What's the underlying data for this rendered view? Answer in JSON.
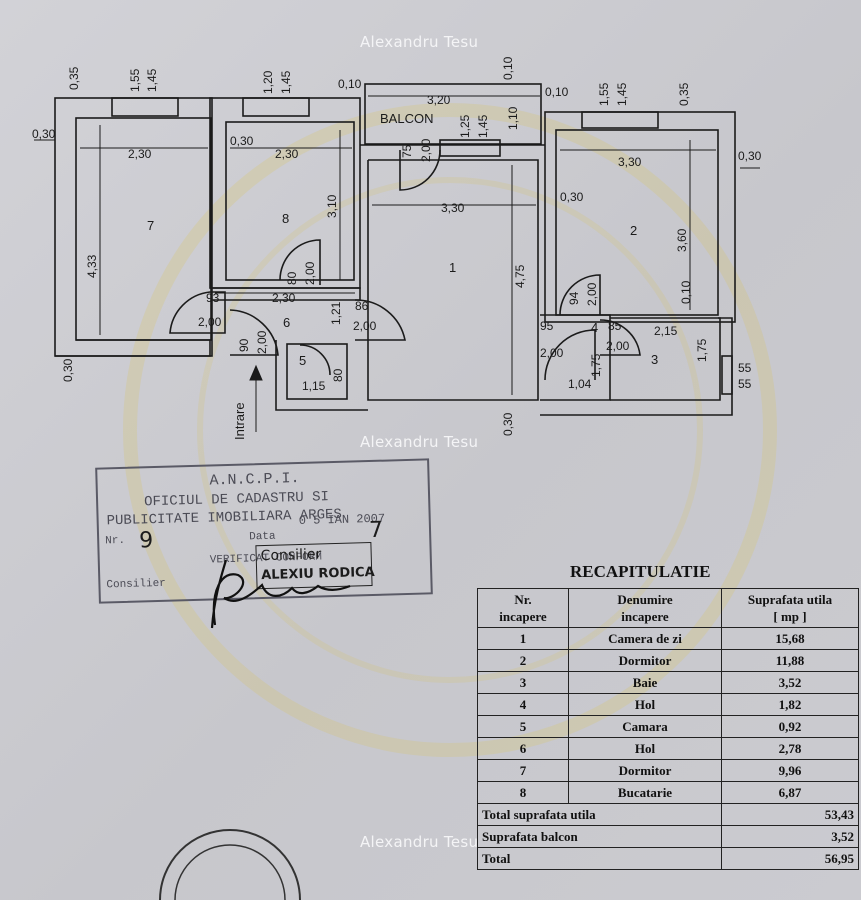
{
  "watermarks": [
    "Alexandru Tesu",
    "Alexandru Tesu",
    "Alexandru Tesu"
  ],
  "plan": {
    "balcony_label": "BALCON",
    "entrance_label": "Intrare",
    "room_numbers": [
      "1",
      "2",
      "3",
      "4",
      "5",
      "6",
      "7",
      "8"
    ],
    "dimensions": {
      "d035a": "0,35",
      "d030a": "0,30",
      "d155a": "1,55",
      "d145a": "1,45",
      "d230a": "2,30",
      "d433": "4,33",
      "d030b": "0,30",
      "d120": "1,20",
      "d145b": "1,45",
      "d230b": "2,30",
      "d310": "3,10",
      "d010a": "0,10",
      "d320": "3,20",
      "d010b": "0,10",
      "d010c": "0,10",
      "d110": "1,10",
      "d125": "1,25",
      "d145c": "1,45",
      "d75": "75",
      "d200a": "2,00",
      "d330a": "3,30",
      "d475": "4,75",
      "d155b": "1,55",
      "d145d": "1,45",
      "d035b": "0,35",
      "d330b": "3,30",
      "d030c": "0,30",
      "d030d": "0,30",
      "d360": "3,60",
      "d010d": "0,10",
      "d80a": "80",
      "d200b": "2,00",
      "d93": "93",
      "d200c": "2,00",
      "d230c": "2,30",
      "d86": "86",
      "d200d": "2,00",
      "d121": "1,21",
      "d90": "90",
      "d200e": "2,00",
      "d115": "1,15",
      "d80b": "80",
      "d94": "94",
      "d200f": "2,00",
      "d95": "95",
      "d200g": "2,00",
      "d85": "85",
      "d200h": "2,00",
      "d215": "2,15",
      "d104": "1,04",
      "d175a": "1,75",
      "d175b": "1,75",
      "d55a": "55",
      "d55b": "55",
      "d030e": "0,30",
      "d030f": "0,30"
    }
  },
  "stamp": {
    "line1": "A.N.C.P.I.",
    "line2": "OFICIUL DE CADASTRU SI",
    "line3": "PUBLICITATE IMOBILIARA ARGES",
    "nr_label": "Nr.",
    "nr_value": "9",
    "data_label": "Data",
    "date_value": "0 5 IAN 2007",
    "year_digit": "7",
    "verified": "VERIFICAT CONFORM",
    "consilier": "Consilier",
    "consilier_box": "Consilier",
    "consilier_name": "ALEXIU RODICA"
  },
  "recap": {
    "title": "RECAPITULATIE",
    "headers": [
      "Nr.\nincapere",
      "Denumire\nincapere",
      "Suprafata utila\n[ mp ]"
    ],
    "rows": [
      [
        "1",
        "Camera de zi",
        "15,68"
      ],
      [
        "2",
        "Dormitor",
        "11,88"
      ],
      [
        "3",
        "Baie",
        "3,52"
      ],
      [
        "4",
        "Hol",
        "1,82"
      ],
      [
        "5",
        "Camara",
        "0,92"
      ],
      [
        "6",
        "Hol",
        "2,78"
      ],
      [
        "7",
        "Dormitor",
        "9,96"
      ],
      [
        "8",
        "Bucatarie",
        "6,87"
      ]
    ],
    "totals": [
      {
        "label": "Total suprafata utila",
        "value": "53,43"
      },
      {
        "label": "Suprafata balcon",
        "value": "3,52"
      },
      {
        "label": "Total",
        "value": "56,95"
      }
    ]
  },
  "colors": {
    "paper": "#cbcbd0",
    "ink": "#1b1b1b",
    "stamp_ring": "#d8c46a",
    "watermark": "#f4f4f6"
  }
}
